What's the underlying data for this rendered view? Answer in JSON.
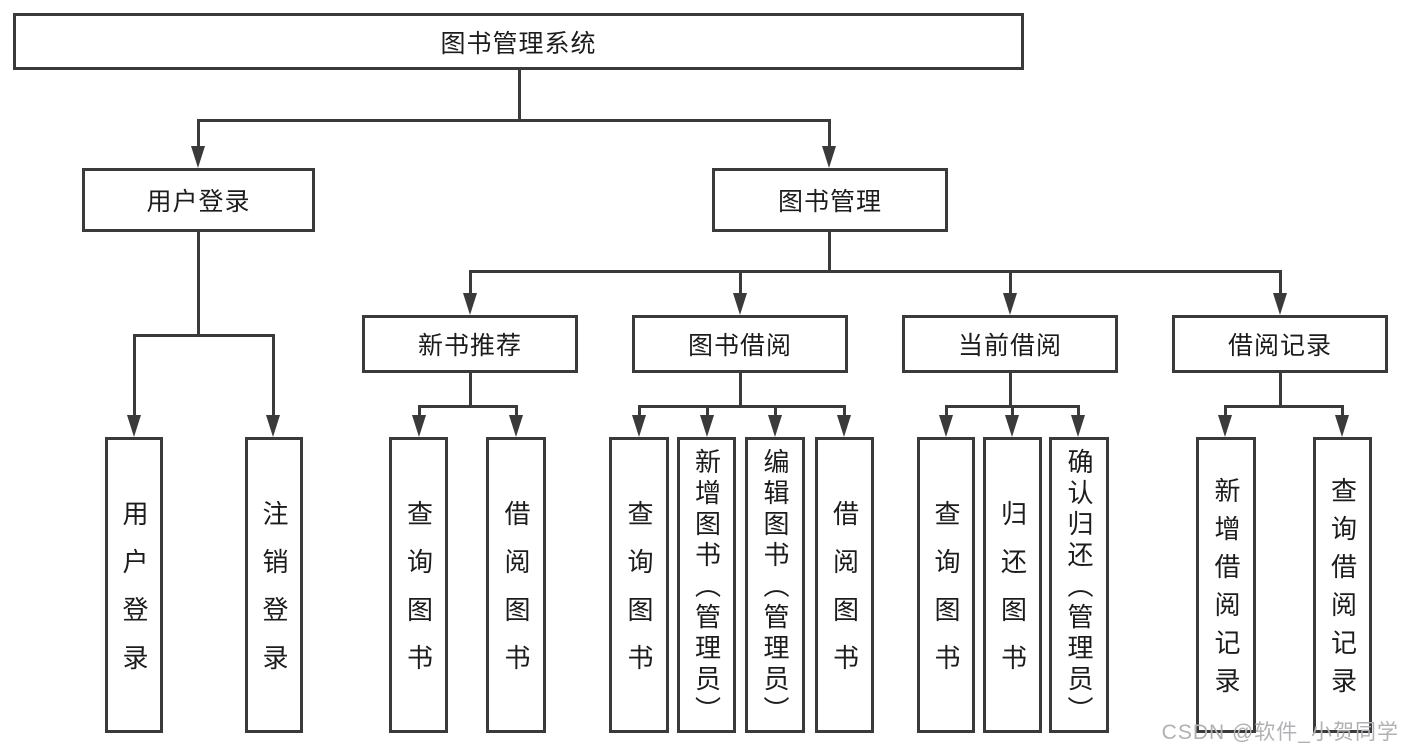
{
  "diagram_title": "图书管理系统",
  "colors": {
    "line": "#3a3a3a",
    "text": "#1c1c1c",
    "background": "#ffffff",
    "watermark_color": "#b1b1b5"
  },
  "watermark": {
    "text": "CSDN @软件_小贺同学"
  },
  "tree": {
    "label": "图书管理系统",
    "children": [
      {
        "label": "用户登录",
        "children": [
          {
            "label": "用户登录"
          },
          {
            "label": "注销登录"
          }
        ]
      },
      {
        "label": "图书管理",
        "children": [
          {
            "label": "新书推荐",
            "children": [
              {
                "label": "查询图书"
              },
              {
                "label": "借阅图书"
              }
            ]
          },
          {
            "label": "图书借阅",
            "children": [
              {
                "label": "查询图书"
              },
              {
                "label": "新增图书（管理员）"
              },
              {
                "label": "编辑图书（管理员）"
              },
              {
                "label": "借阅图书"
              }
            ]
          },
          {
            "label": "当前借阅",
            "children": [
              {
                "label": "查询图书"
              },
              {
                "label": "归还图书"
              },
              {
                "label": "确认归还（管理员）"
              }
            ]
          },
          {
            "label": "借阅记录",
            "children": [
              {
                "label": "新增借阅记录"
              },
              {
                "label": "查询借阅记录"
              }
            ]
          }
        ]
      }
    ]
  }
}
